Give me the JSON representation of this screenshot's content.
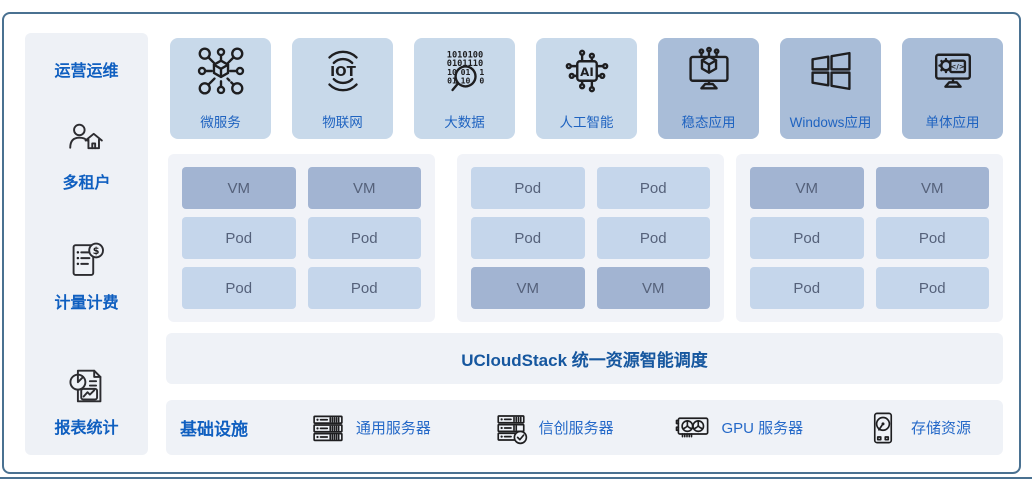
{
  "sidebar": {
    "title": "运营运维",
    "items": [
      {
        "label": "多租户",
        "icon": "tenant-user-home-icon"
      },
      {
        "label": "计量计费",
        "icon": "billing-invoice-icon"
      },
      {
        "label": "报表统计",
        "icon": "report-statistics-icon"
      }
    ]
  },
  "apps": {
    "items": [
      {
        "label": "微服务",
        "icon": "microservices-icon",
        "variant": "light"
      },
      {
        "label": "物联网",
        "icon": "iot-icon",
        "variant": "light"
      },
      {
        "label": "大数据",
        "icon": "big-data-icon",
        "variant": "light"
      },
      {
        "label": "人工智能",
        "icon": "ai-chip-icon",
        "variant": "light"
      },
      {
        "label": "稳态应用",
        "icon": "stable-app-icon",
        "variant": "dark"
      },
      {
        "label": "Windows应用",
        "icon": "windows-icon",
        "variant": "dark"
      },
      {
        "label": "单体应用",
        "icon": "monolithic-app-icon",
        "variant": "dark"
      }
    ]
  },
  "clusters": {
    "groups": [
      {
        "blocks": [
          {
            "label": "VM",
            "type": "vm"
          },
          {
            "label": "VM",
            "type": "vm"
          },
          {
            "label": "Pod",
            "type": "pod"
          },
          {
            "label": "Pod",
            "type": "pod"
          },
          {
            "label": "Pod",
            "type": "pod"
          },
          {
            "label": "Pod",
            "type": "pod"
          }
        ]
      },
      {
        "blocks": [
          {
            "label": "Pod",
            "type": "pod"
          },
          {
            "label": "Pod",
            "type": "pod"
          },
          {
            "label": "Pod",
            "type": "pod"
          },
          {
            "label": "Pod",
            "type": "pod"
          },
          {
            "label": "VM",
            "type": "vm"
          },
          {
            "label": "VM",
            "type": "vm"
          }
        ]
      },
      {
        "blocks": [
          {
            "label": "VM",
            "type": "vm"
          },
          {
            "label": "VM",
            "type": "vm"
          },
          {
            "label": "Pod",
            "type": "pod"
          },
          {
            "label": "Pod",
            "type": "pod"
          },
          {
            "label": "Pod",
            "type": "pod"
          },
          {
            "label": "Pod",
            "type": "pod"
          }
        ]
      }
    ]
  },
  "scheduler": {
    "title": "UCloudStack 统一资源智能调度"
  },
  "infrastructure": {
    "title": "基础设施",
    "items": [
      {
        "label": "通用服务器",
        "icon": "general-server-icon"
      },
      {
        "label": "信创服务器",
        "icon": "certified-server-icon"
      },
      {
        "label": "GPU 服务器",
        "icon": "gpu-card-icon"
      },
      {
        "label": "存储资源",
        "icon": "storage-disk-icon"
      }
    ]
  },
  "icon_glyphs": {
    "iot": "IOT",
    "ai": "AI",
    "currency": "$",
    "code": "</>",
    "binary_row1": "1010100",
    "binary_row2": "0101110",
    "binary_left1": "10",
    "binary_left2": "01",
    "binary_right1": "1",
    "binary_right2": "0",
    "binary_circle1": "01",
    "binary_circle2": "10"
  },
  "colors": {
    "frame_border": "#4a7191",
    "card_light": "#c8d9ea",
    "card_dark": "#a9bdd8",
    "vm_block": "#a2b4d2",
    "pod_block": "#c5d6eb",
    "panel_bg": "#f1f3f8",
    "bar_bg": "#eff2f7",
    "sidebar_bg": "#eef1f6",
    "accent_blue": "#2569c8",
    "title_blue": "#0f5fc0"
  }
}
